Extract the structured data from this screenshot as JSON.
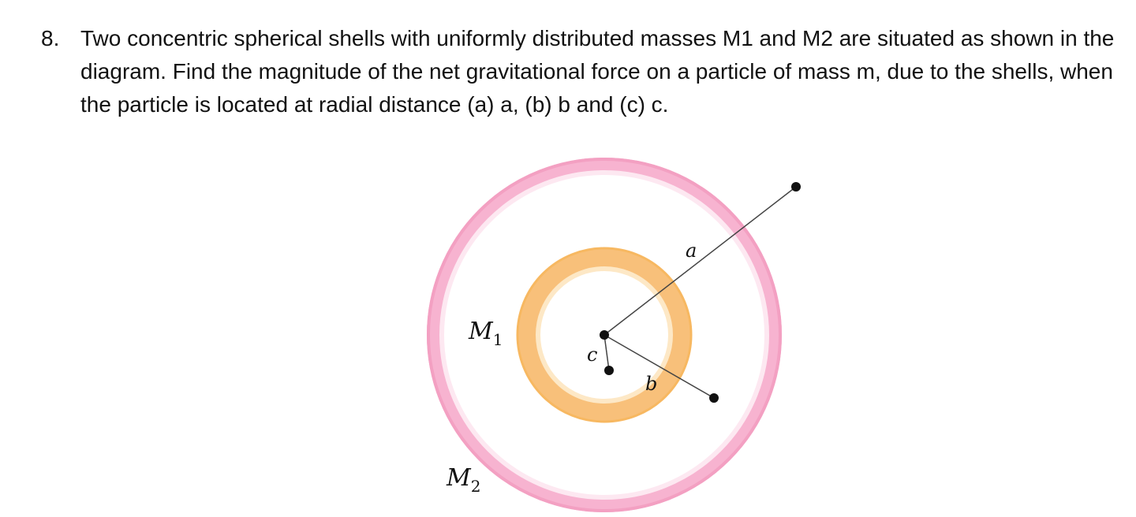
{
  "problem": {
    "number": "8.",
    "text": "Two concentric spherical shells with uniformly distributed masses M1 and M2 are situated as shown in the diagram. Find the magnitude of the net gravitational force on a particle of mass m, due to the shells, when the particle is located at radial distance (a) a, (b) b and (c) c."
  },
  "diagram": {
    "labels": {
      "a": "a",
      "b": "b",
      "c": "c",
      "m1_main": "M",
      "m1_sub": "1",
      "m2_main": "M",
      "m2_sub": "2"
    },
    "colors": {
      "outer_shell": "#f5a7c8",
      "outer_shell_glow": "#fde4ef",
      "inner_shell": "#f7b861",
      "inner_shell_glow": "#fde8c6",
      "line": "#444444",
      "point": "#111111"
    }
  }
}
